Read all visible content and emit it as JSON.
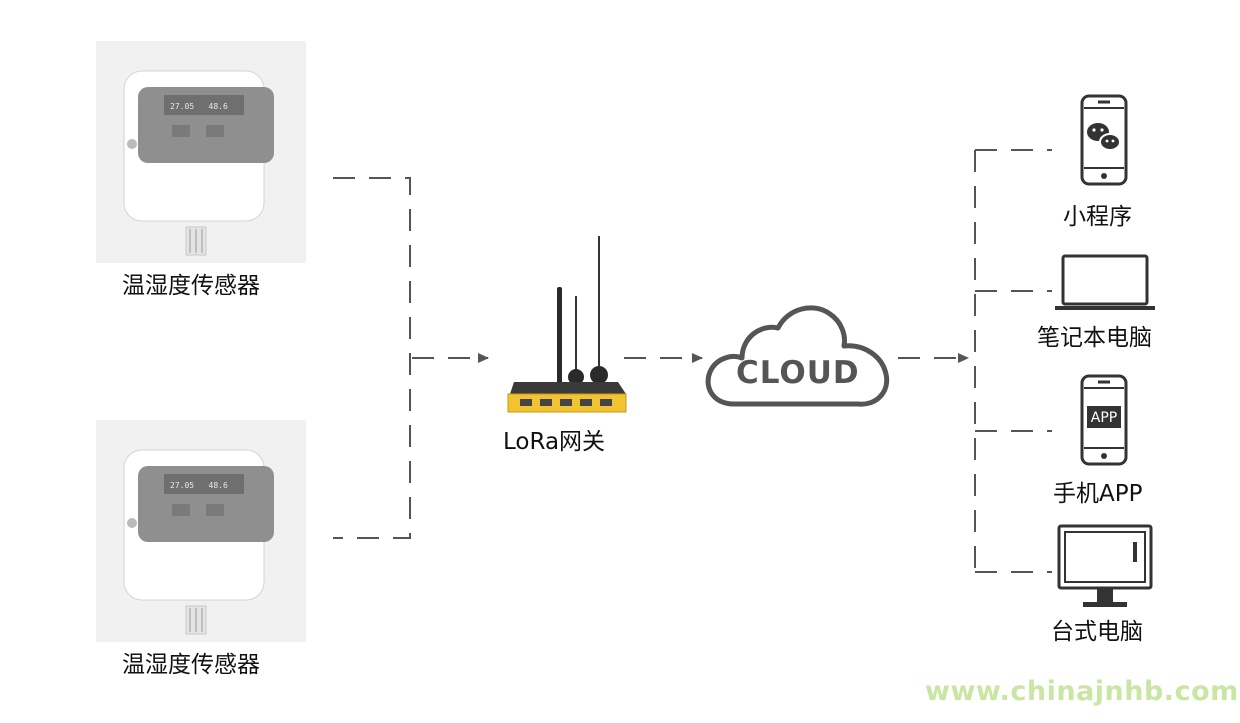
{
  "sensors": [
    {
      "label": "温湿度传感器"
    },
    {
      "label": "温湿度传感器"
    }
  ],
  "gateway": {
    "label": "LoRa网关"
  },
  "cloud": {
    "label": "CLOUD"
  },
  "devices": [
    {
      "label": "小程序",
      "icon": "wechat-phone-icon"
    },
    {
      "label": "笔记本电脑",
      "icon": "laptop-icon"
    },
    {
      "label": "手机APP",
      "icon": "app-phone-icon",
      "screen_text": "APP"
    },
    {
      "label": "台式电脑",
      "icon": "desktop-monitor-icon"
    }
  ],
  "watermark": "www.chinajnhb.com",
  "colors": {
    "line": "#555555",
    "icon_stroke": "#333333",
    "gateway_body": "#f1c232",
    "watermark": "#c9e6a4"
  }
}
